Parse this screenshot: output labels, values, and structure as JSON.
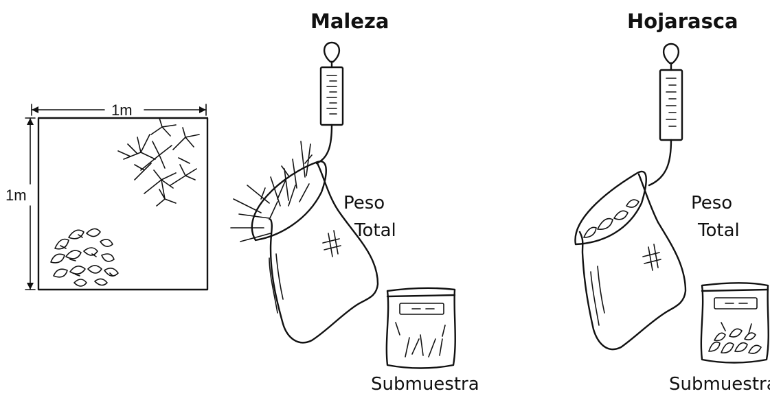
{
  "plot": {
    "width_label": "1m",
    "height_label": "1m"
  },
  "maleza": {
    "title": "Maleza",
    "total_weight_line1": "Peso",
    "total_weight_line2": "Total",
    "subsample_label": "Submuestra"
  },
  "hojarasca": {
    "title": "Hojarasca",
    "total_weight_line1": "Peso",
    "total_weight_line2": "Total",
    "subsample_label": "Submuestra"
  }
}
